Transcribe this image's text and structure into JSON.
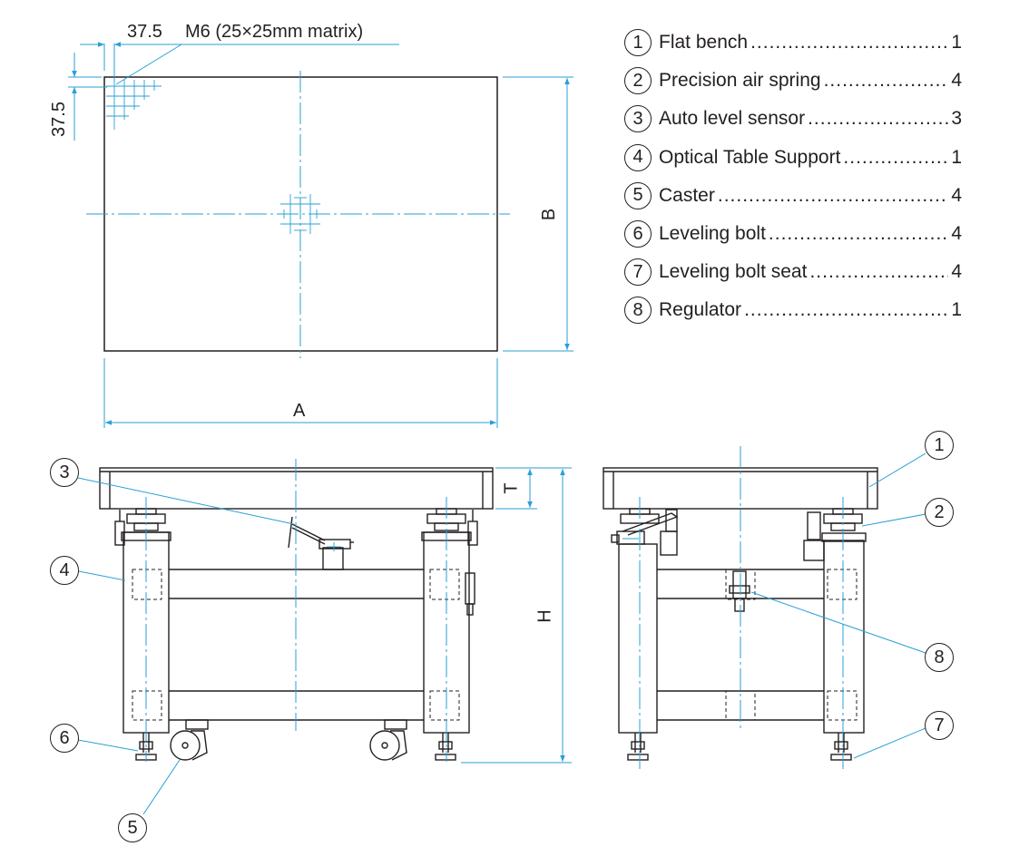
{
  "top_view": {
    "hole_offset_x": "37.5",
    "hole_offset_y": "37.5",
    "hole_note": "M6 (25×25mm matrix)",
    "dim_width": "A",
    "dim_depth": "B"
  },
  "side_views": {
    "dim_top_thickness": "T",
    "dim_height": "H"
  },
  "parts_list": [
    {
      "num": "1",
      "name": "Flat bench",
      "qty": "1"
    },
    {
      "num": "2",
      "name": "Precision air spring",
      "qty": "4"
    },
    {
      "num": "3",
      "name": "Auto level sensor",
      "qty": "3"
    },
    {
      "num": "4",
      "name": "Optical Table Support",
      "qty": "1"
    },
    {
      "num": "5",
      "name": "Caster",
      "qty": "4"
    },
    {
      "num": "6",
      "name": "Leveling bolt",
      "qty": "4"
    },
    {
      "num": "7",
      "name": "Leveling bolt seat",
      "qty": "4"
    },
    {
      "num": "8",
      "name": "Regulator",
      "qty": "1"
    }
  ],
  "callouts": {
    "front_sensor": "3",
    "front_support": "4",
    "front_bolt": "6",
    "front_caster": "5",
    "side_bench": "1",
    "side_spring": "2",
    "side_regulator": "8",
    "side_bolt_seat": "7"
  },
  "colors": {
    "line": "#231f20",
    "dimension": "#2a9fd6"
  }
}
